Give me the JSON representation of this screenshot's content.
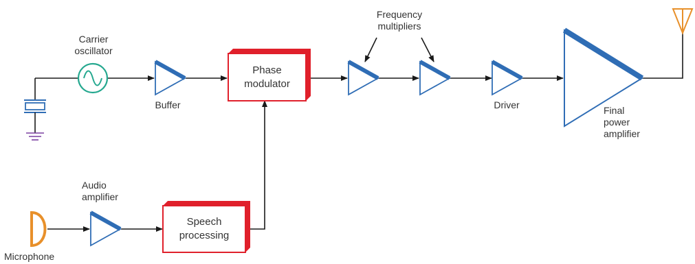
{
  "colors": {
    "line": "#1a1a1a",
    "amplifier_fill": "#ffffff",
    "amplifier_stroke": "#2f6db5",
    "amplifier_accent": "#2f6db5",
    "block_face": "#ffffff",
    "block_edge": "#e0202b",
    "oscillator": "#25a88f",
    "microphone": "#e8902a",
    "antenna": "#e8902a",
    "crystal": "#2f6db5",
    "text": "#333333"
  },
  "labels": {
    "carrier_oscillator": [
      "Carrier",
      "oscillator"
    ],
    "buffer": "Buffer",
    "phase_modulator": [
      "Phase",
      "modulator"
    ],
    "frequency_multipliers": [
      "Frequency",
      "multipliers"
    ],
    "driver": "Driver",
    "final_power_amplifier": [
      "Final",
      "power",
      "amplifier"
    ],
    "audio_amplifier": [
      "Audio",
      "amplifier"
    ],
    "speech_processing": [
      "Speech",
      "processing"
    ],
    "microphone": "Microphone"
  },
  "icons": [
    "crystal-icon",
    "ground-icon",
    "sine-oscillator-icon",
    "amplifier-triangle-icon",
    "antenna-icon",
    "microphone-icon",
    "arrow-icon"
  ]
}
